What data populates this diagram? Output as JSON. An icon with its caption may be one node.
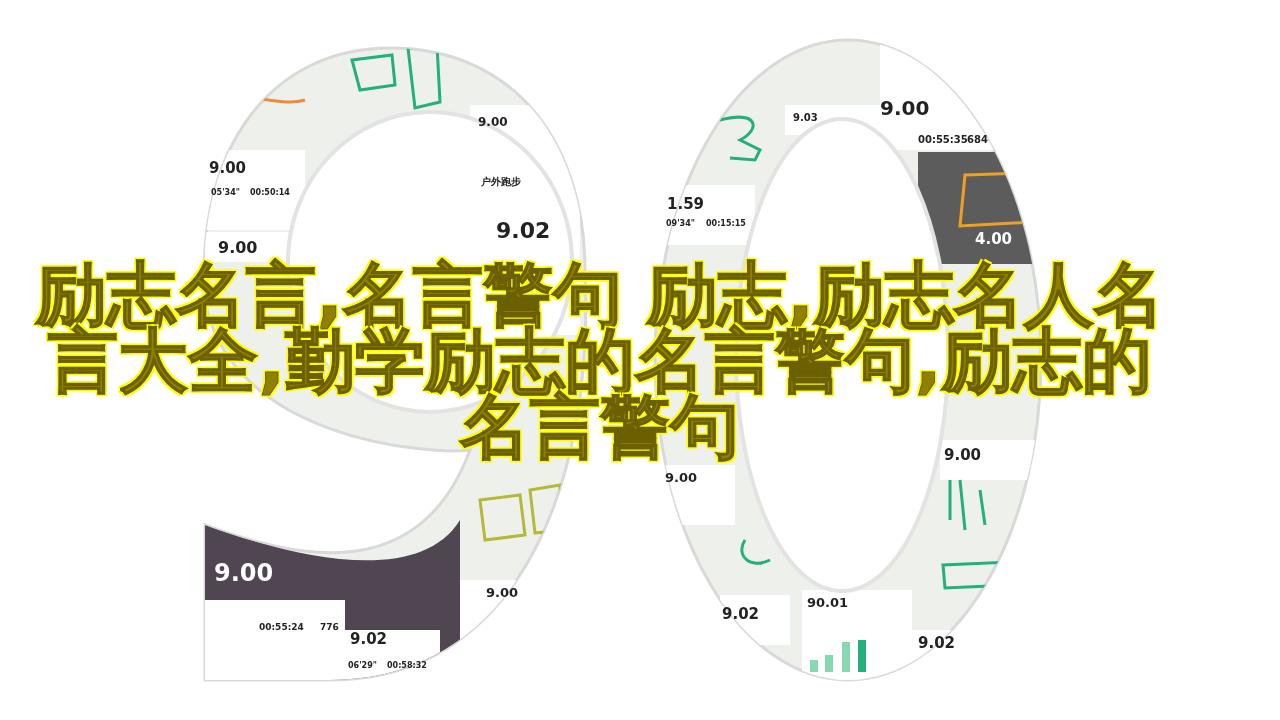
{
  "diagram": {
    "title": "励志名言,名言警句 励志,励志名人名言大全,勤学励志的名言警句,励志的名言警句",
    "labels": [
      "9.03",
      "9.00",
      "00:55:35",
      "684",
      "9.00",
      "05'34\"",
      "00:50:14",
      "9.00",
      "户外跑步",
      "9.02",
      "1.59",
      "09'34\"",
      "00:15:15",
      "4.00",
      "9.00",
      "9.00",
      "9.00",
      "9.00",
      "9.00",
      "00:55:24",
      "776",
      "9.02",
      "06'29\"",
      "00:58:32",
      "9.02",
      "90.01",
      "9.02"
    ]
  }
}
